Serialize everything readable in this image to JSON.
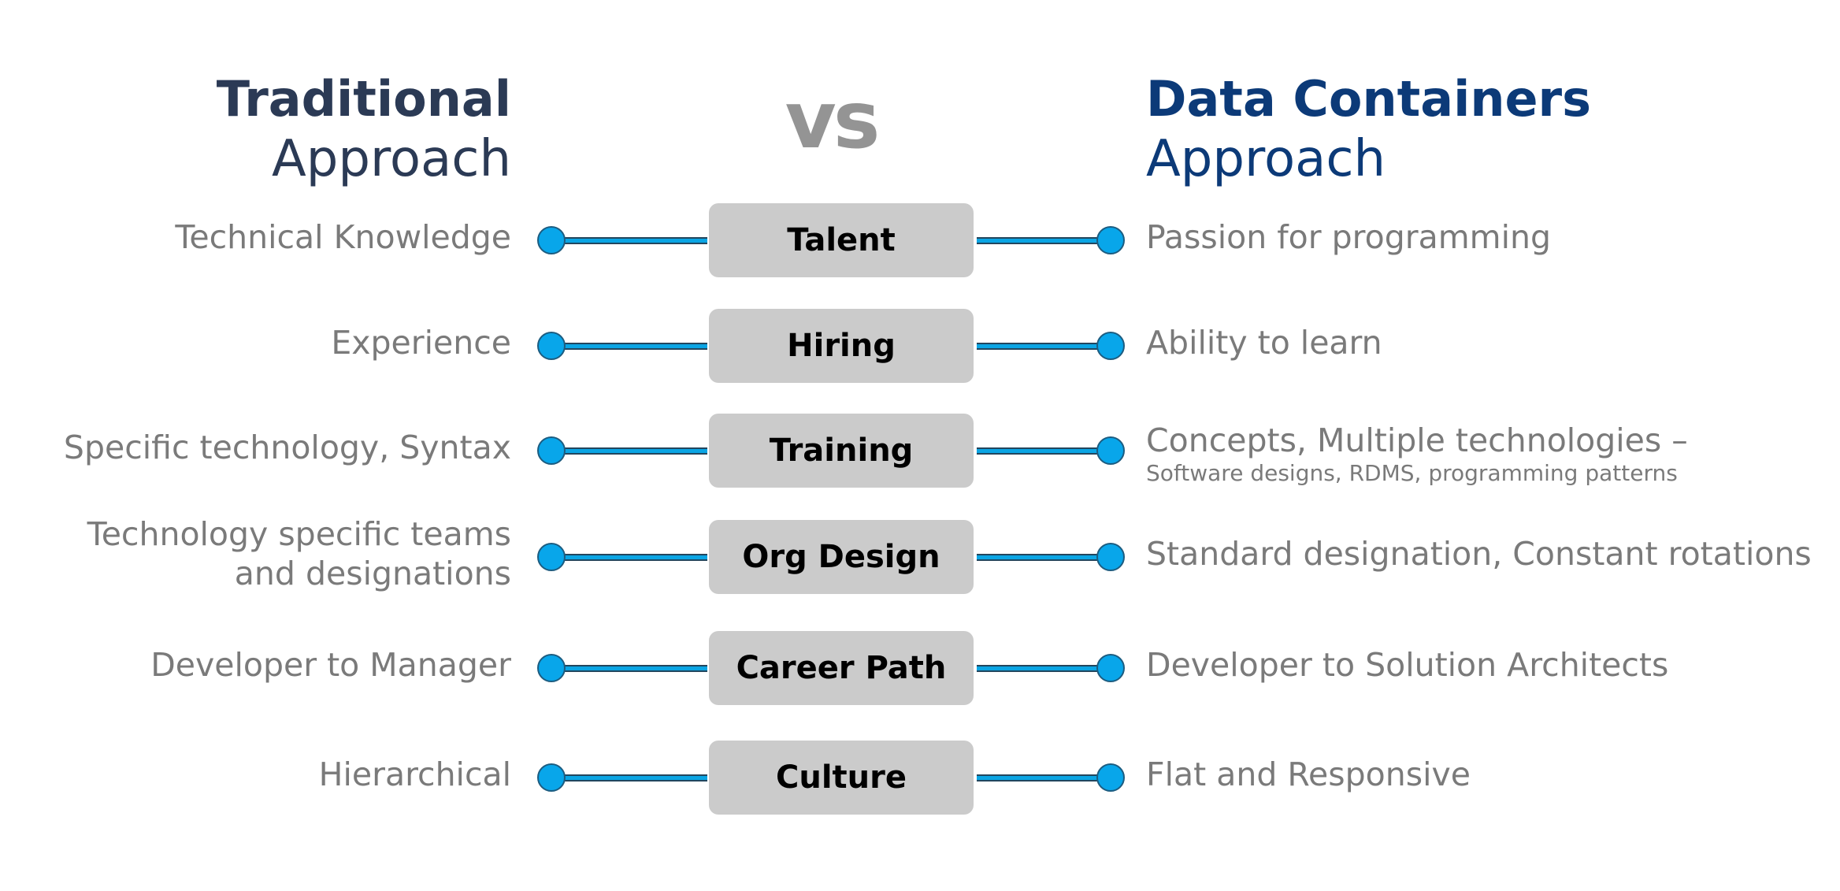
{
  "left_header": {
    "strong": "Traditional",
    "light": "Approach"
  },
  "vs": "vs",
  "right_header": {
    "strong": "Data Containers",
    "light": "Approach"
  },
  "rows": [
    {
      "center": "Talent",
      "left": [
        "Technical Knowledge"
      ],
      "right": "Passion for programming",
      "right_sub": ""
    },
    {
      "center": "Hiring",
      "left": [
        "Experience"
      ],
      "right": "Ability to learn",
      "right_sub": ""
    },
    {
      "center": "Training",
      "left": [
        "Specific technology,  Syntax"
      ],
      "right": "Concepts, Multiple technologies –",
      "right_sub": "Software designs, RDMS, programming patterns"
    },
    {
      "center": "Org Design",
      "left": [
        "Technology specific teams",
        "and designations"
      ],
      "right": "Standard designation, Constant rotations",
      "right_sub": ""
    },
    {
      "center": "Career Path",
      "left": [
        "Developer to Manager"
      ],
      "right": "Developer to Solution Architects",
      "right_sub": ""
    },
    {
      "center": "Culture",
      "left": [
        "Hierarchical"
      ],
      "right": "Flat and Responsive",
      "right_sub": ""
    }
  ],
  "colors": {
    "left_header": "#2b3a55",
    "right_header": "#0c3a78",
    "vs": "#949494",
    "connector": "#0aa5e4",
    "box": "#cbcbcb",
    "side_text": "#7a7a7a"
  }
}
